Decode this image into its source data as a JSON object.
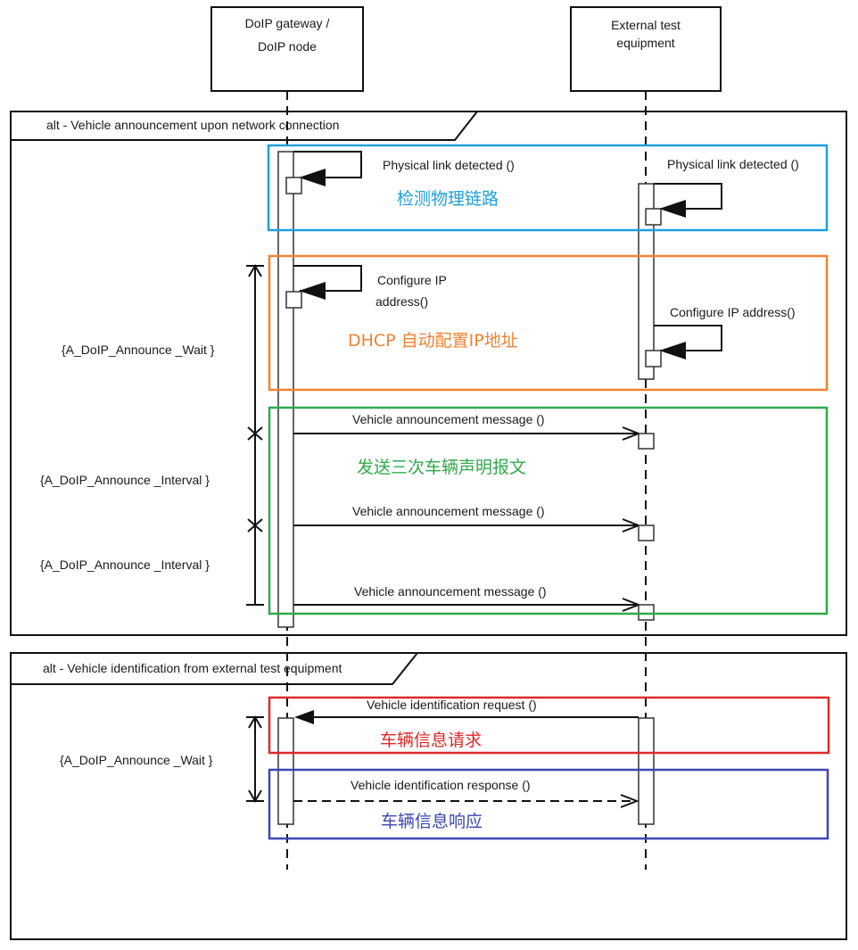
{
  "lifelines": {
    "gateway": {
      "line1": "DoIP gateway /",
      "line2": "DoIP node"
    },
    "tester": {
      "line1": "External test",
      "line2": "equipment"
    }
  },
  "fragments": {
    "announcement": {
      "title": "alt - Vehicle announcement upon network connection"
    },
    "identification": {
      "title": "alt - Vehicle identification from external test equipment"
    }
  },
  "messages": {
    "gw_link": "Physical link detected ()",
    "te_link": "Physical link detected ()",
    "gw_config_line1": "Configure IP",
    "gw_config_line2": "address()",
    "te_config": "Configure IP address()",
    "announce_1": "Vehicle announcement message ()",
    "announce_2": "Vehicle announcement message ()",
    "announce_3": "Vehicle announcement message ()",
    "id_request": "Vehicle identification request  ()",
    "id_response": "Vehicle identification response  ()"
  },
  "timing": {
    "announce_wait": "{A_DoIP_Announce _Wait }",
    "announce_interval_1": "{A_DoIP_Announce _Interval }",
    "announce_interval_2": "{A_DoIP_Announce _Interval }",
    "identification_wait": "{A_DoIP_Announce _Wait }"
  },
  "annotations": {
    "link": {
      "text": "检测物理链路",
      "color": "#1ea0dc"
    },
    "dhcp": {
      "text": "DHCP 自动配置IP地址",
      "color": "#f08232"
    },
    "announce": {
      "text": "发送三次车辆声明报文",
      "color": "#2eaa4a"
    },
    "request": {
      "text": "车辆信息请求",
      "color": "#e02828"
    },
    "response": {
      "text": "车辆信息响应",
      "color": "#3c46b4"
    }
  }
}
